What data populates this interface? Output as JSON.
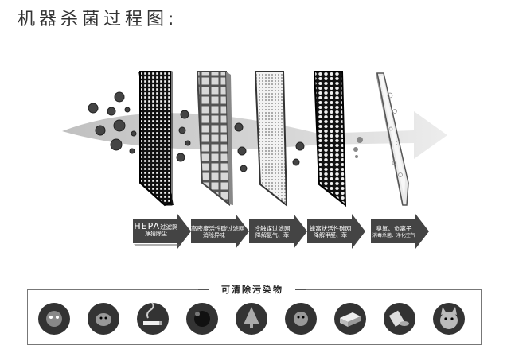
{
  "title": "机器杀菌过程图:",
  "filters": [
    {
      "line1": "HEPA过滤网",
      "line2": "净猜除尘",
      "big": "HEPA",
      "small": "过滤网"
    },
    {
      "line1": "高密度活性碳过滤网",
      "line2": "消除异味"
    },
    {
      "line1": "冷触媒过滤网",
      "line2": "降解氨气、苯"
    },
    {
      "line1": "蜂窝状活性碳网",
      "line2": "降解甲醛、苯"
    },
    {
      "line1": "臭氧、负离子",
      "line2": "消毒杀菌、净化空气"
    }
  ],
  "pollutants_title": "可清除污染物",
  "pollutant_icons": [
    "bacteria-icon",
    "dust-mite-icon",
    "cigarette-smoke-icon",
    "germ-icon",
    "pine-pollen-icon",
    "virus-icon",
    "furniture-icon",
    "paint-can-icon",
    "pet-cat-icon"
  ]
}
